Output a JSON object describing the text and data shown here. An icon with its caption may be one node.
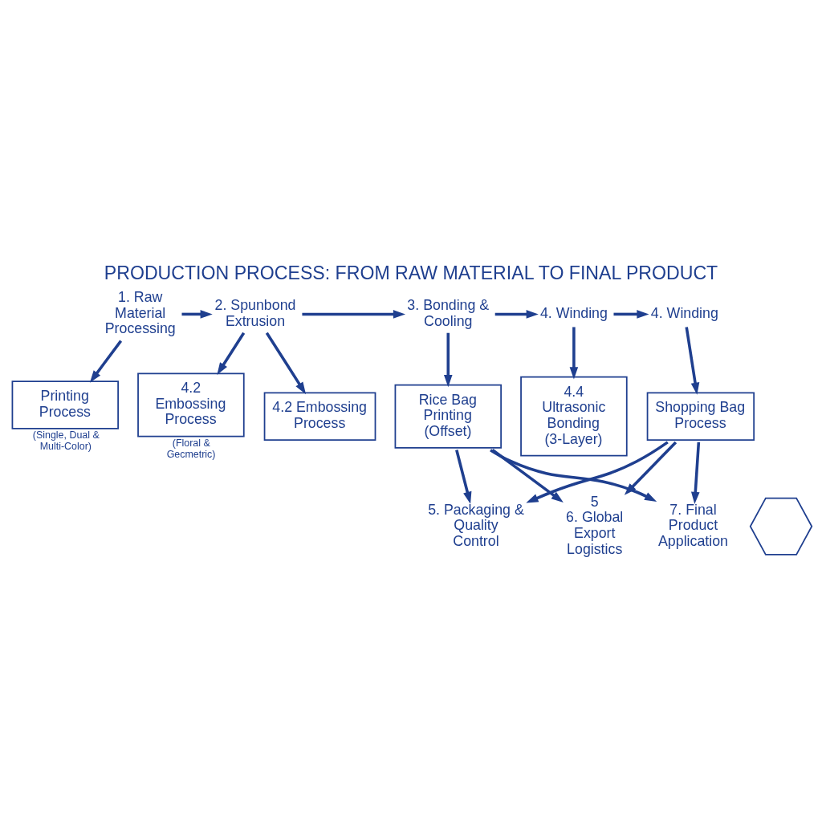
{
  "diagram": {
    "title": "PRODUCTION PROCESS: FROM RAW MATERIAL TO FINAL PRODUCT",
    "nodes": [
      {
        "text": [
          "1. Raw Material Processing"
        ]
      },
      {
        "text": [
          "2. Spunbond Extrusion"
        ]
      },
      {
        "text": [
          "3. Bonding & Cooling"
        ]
      },
      {
        "text": [
          "4. Winding"
        ]
      },
      {
        "text": [
          "4. Winding"
        ]
      },
      {
        "text": [
          "Printing Process"
        ],
        "beside": [
          "(Single, Dual & Multi-Color)"
        ]
      },
      {
        "text": [
          "4.2",
          "Embossing Process"
        ],
        "beside": [
          "(Floral & Gecmetric)"
        ]
      },
      {
        "text": [
          "4.2 Embossing Process"
        ]
      },
      {
        "text": [
          "Rice Bag Printing",
          "(Offset)"
        ]
      },
      {
        "text": [
          "4.4",
          "Ultrasonic Bonding",
          "(3-Layer)"
        ]
      },
      {
        "text": [
          "Shopping Bag Process"
        ]
      },
      {
        "text": [
          "5. Packaging & Quality Control"
        ]
      },
      {
        "text": [
          "5",
          "6. Global Export Logistics"
        ]
      },
      {
        "text": [
          "7. Final Product Application"
        ]
      },
      {
        "text": [],
        "shape": "hexagon"
      }
    ],
    "edges": [
      {
        "from": 0,
        "to": 1,
        "arrow": "to"
      },
      {
        "from": 1,
        "to": 2,
        "arrow": "to"
      },
      {
        "from": 2,
        "to": 3,
        "arrow": "to"
      },
      {
        "from": 3,
        "to": 4,
        "arrow": "to"
      },
      {
        "from": 0,
        "to": 5,
        "arrow": "to"
      },
      {
        "from": 1,
        "to": 6,
        "arrow": "to"
      },
      {
        "from": 1,
        "to": 7,
        "arrow": "to"
      },
      {
        "from": 2,
        "to": 8,
        "arrow": "to"
      },
      {
        "from": 3,
        "to": 9,
        "arrow": "to"
      },
      {
        "from": 4,
        "to": 10,
        "arrow": "to"
      },
      {
        "from": 8,
        "to": 11,
        "arrow": "to"
      },
      {
        "from": 8,
        "to": 12,
        "arrow": "to"
      },
      {
        "from": 8,
        "to": 13,
        "arrow": "to"
      },
      {
        "from": 10,
        "to": 11,
        "arrow": "to"
      },
      {
        "from": 10,
        "to": 12,
        "arrow": "to"
      },
      {
        "from": 10,
        "to": 13,
        "arrow": "to"
      }
    ]
  }
}
